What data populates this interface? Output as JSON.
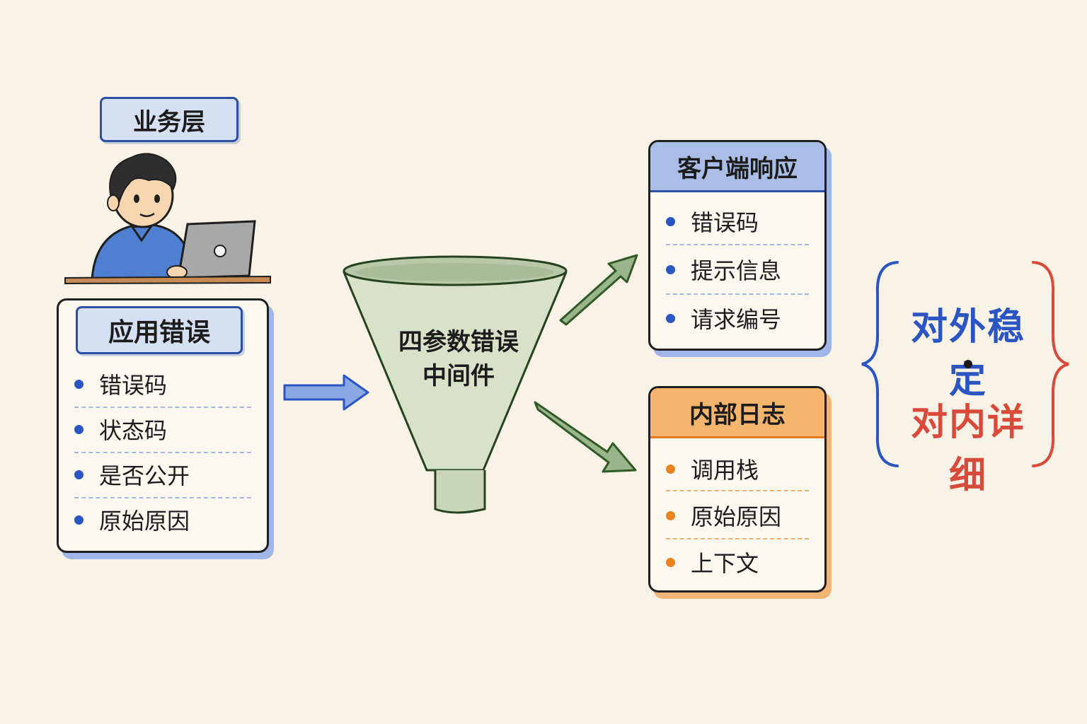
{
  "business_layer": {
    "label": "业务层"
  },
  "app_error": {
    "title": "应用错误",
    "items": [
      "错误码",
      "状态码",
      "是否公开",
      "原始原因"
    ]
  },
  "funnel": {
    "line1": "四参数错误",
    "line2": "中间件"
  },
  "client_response": {
    "title": "客户端响应",
    "items": [
      "错误码",
      "提示信息",
      "请求编号"
    ]
  },
  "internal_log": {
    "title": "内部日志",
    "items": [
      "调用栈",
      "原始原因",
      "上下文"
    ]
  },
  "summary": {
    "outer": "对外稳定",
    "inner": "对内详细"
  },
  "colors": {
    "background": "#f8f3e6",
    "blue": "#2a55c2",
    "orange": "#e8821f",
    "red": "#d94a3a",
    "green_arrow": "#5a8a4e",
    "funnel_fill": "#d7e2c8"
  }
}
